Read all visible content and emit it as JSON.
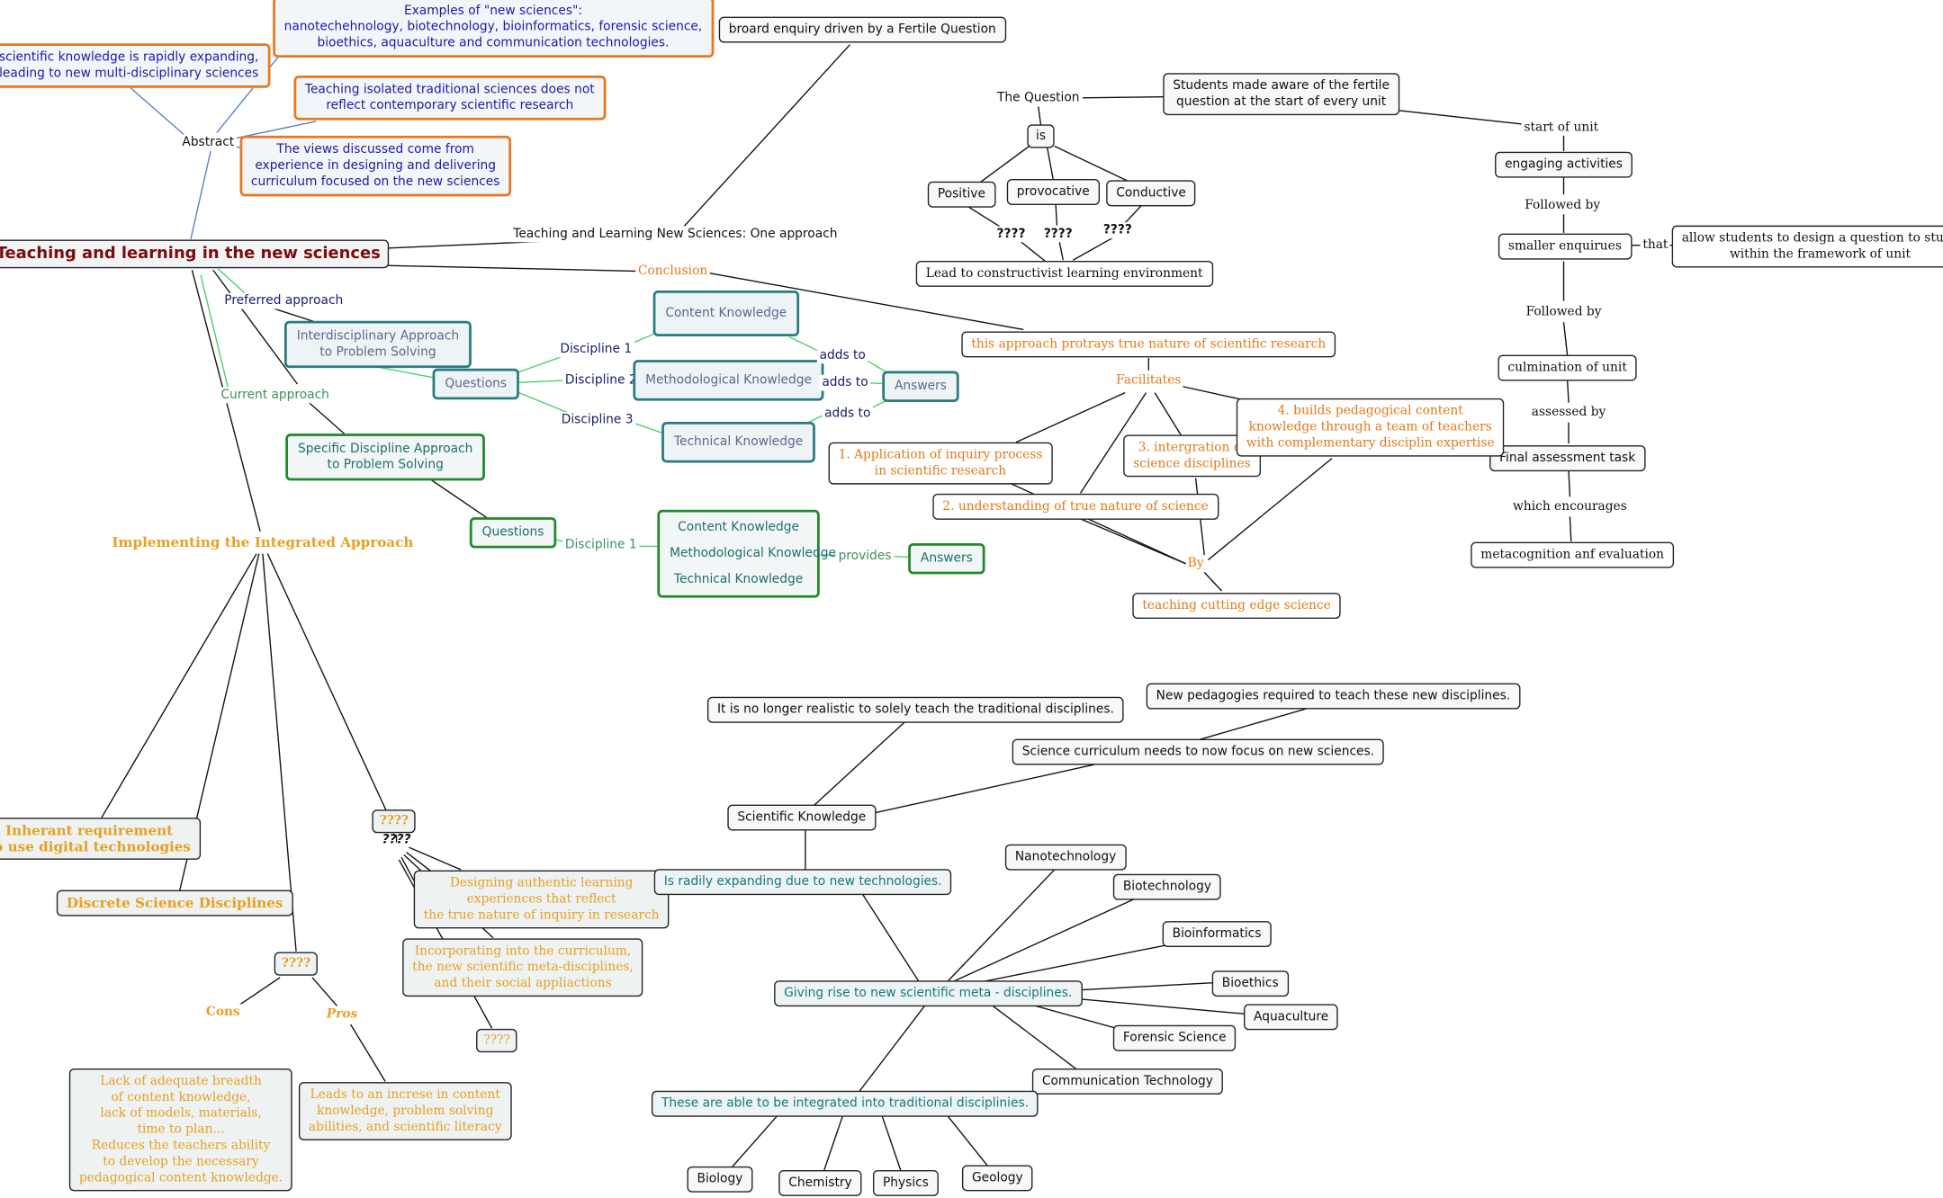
{
  "central_topic": "Teaching and learning in the new sciences",
  "abstract": {
    "label": "Abstract",
    "points": [
      "scientific knowledge is rapidly expanding,\nleading to new multi-disciplinary sciences",
      "Examples of \"new sciences\":\nnanotechehnology, biotechnology, bioinformatics, forensic science,\nbioethics, aquaculture and communication technologies.",
      "Teaching isolated traditional sciences does not\nreflect contemporary scientific research",
      "The views discussed come from\nexperience in designing and delivering\ncurriculum focused on the new sciences"
    ]
  },
  "approach": {
    "title": "Teaching and Learning New Sciences: One approach",
    "enquiry": "broard enquiry driven by a Fertile Question",
    "the_question": "The Question",
    "is": "is",
    "qualities": [
      "Positive",
      "provocative",
      "Conductive"
    ],
    "unknowns": [
      "????",
      "????",
      "????"
    ],
    "lead_to": "Lead to constructivist learning environment",
    "students": "Students made aware of the fertile\nquestion at the start of every unit",
    "start_of_unit": "start of unit",
    "engaging": "engaging activities",
    "followed_by_1": "Followed by",
    "smaller": "smaller enquirues",
    "that": "that",
    "allow": "allow students to design a question to study\nwithin the framework of unit",
    "followed_by_2": "Followed by",
    "culmination": "culmination of unit",
    "assessed_by": "assessed by",
    "final_task": "Final assessment task",
    "which_encourages": "which encourages",
    "metacognition": "metacognition anf evaluation"
  },
  "conclusion": {
    "label": "Conclusion",
    "portrays": "this approach protrays true nature of scientific research",
    "facilitates": "Facilitates",
    "items": [
      "1. Application of inquiry process\nin scientific research",
      "2. understanding of true nature of science",
      "3. intergration of\nscience disciplines",
      "4. builds pedagogical content\nknowledge through a team of teachers\nwith complementary disciplin expertise"
    ],
    "by": "By",
    "cutting_edge": "teaching cutting edge science"
  },
  "preferred": {
    "label": "Preferred approach",
    "node": "Interdisciplinary Approach\nto Problem Solving",
    "questions": "Questions",
    "disciplines": [
      "Discipline 1",
      "Discipline 2",
      "Discipline 3"
    ],
    "knowledge": [
      "Content Knowledge",
      "Methodological Knowledge",
      "Technical Knowledge"
    ],
    "adds_to": [
      "adds to",
      "adds to",
      "adds to"
    ],
    "answers": "Answers"
  },
  "current": {
    "label": "Current approach",
    "node": "Specific Discipline Approach\nto Problem Solving",
    "questions": "Questions",
    "discipline": "Discipline 1",
    "knowledge": [
      "Content Knowledge",
      "Methodological Knowledge",
      "Technical Knowledge"
    ],
    "provides": "provides",
    "answers": "Answers"
  },
  "implementing": {
    "label": "Implementing the Integrated Approach",
    "digital": "Inherant requirement\nto use digital technologies",
    "discrete": "Discrete Science Disciplines",
    "unknown_a": "????",
    "cons": "Cons",
    "pros": "Pros",
    "cons_text": "Lack of adequate breadth\nof content knowledge,\nlack of models, materials,\ntime to plan...\nReduces the teachers ability\nto develop the necessary\npedagogical content knowledge.",
    "pros_text": "Leads to an increse in content\nknowledge, problem solving\nabilities, and scientific literacy",
    "unknown_b": "????",
    "unknown_b_label": "????",
    "designing": "Designing authentic learning\nexperiences that reflect\nthe true nature of inquiry in research",
    "incorporating": "Incorporating into the curriculum,\nthe new scientific meta-disciplines,\nand their social appliactions",
    "unknown_c": "????"
  },
  "scientific": {
    "no_longer": "It is no longer realistic to solely teach the traditional disciplines.",
    "new_pedagogies": "New pedagogies required to teach these new disciplines.",
    "curriculum": "Science curriculum needs to now focus on new sciences.",
    "knowledge": "Scientific Knowledge",
    "expanding": "Is radily expanding due to new technologies.",
    "giving_rise": "Giving rise to new scientific meta - disciplines.",
    "meta": [
      "Nanotechnology",
      "Biotechnology",
      "Bioinformatics",
      "Bioethics",
      "Aquaculture",
      "Forensic Science",
      "Communication Technology"
    ],
    "integrated": "These are able to be integrated into traditional disciplinies.",
    "traditional": [
      "Biology",
      "Chemistry",
      "Physics",
      "Geology"
    ]
  }
}
